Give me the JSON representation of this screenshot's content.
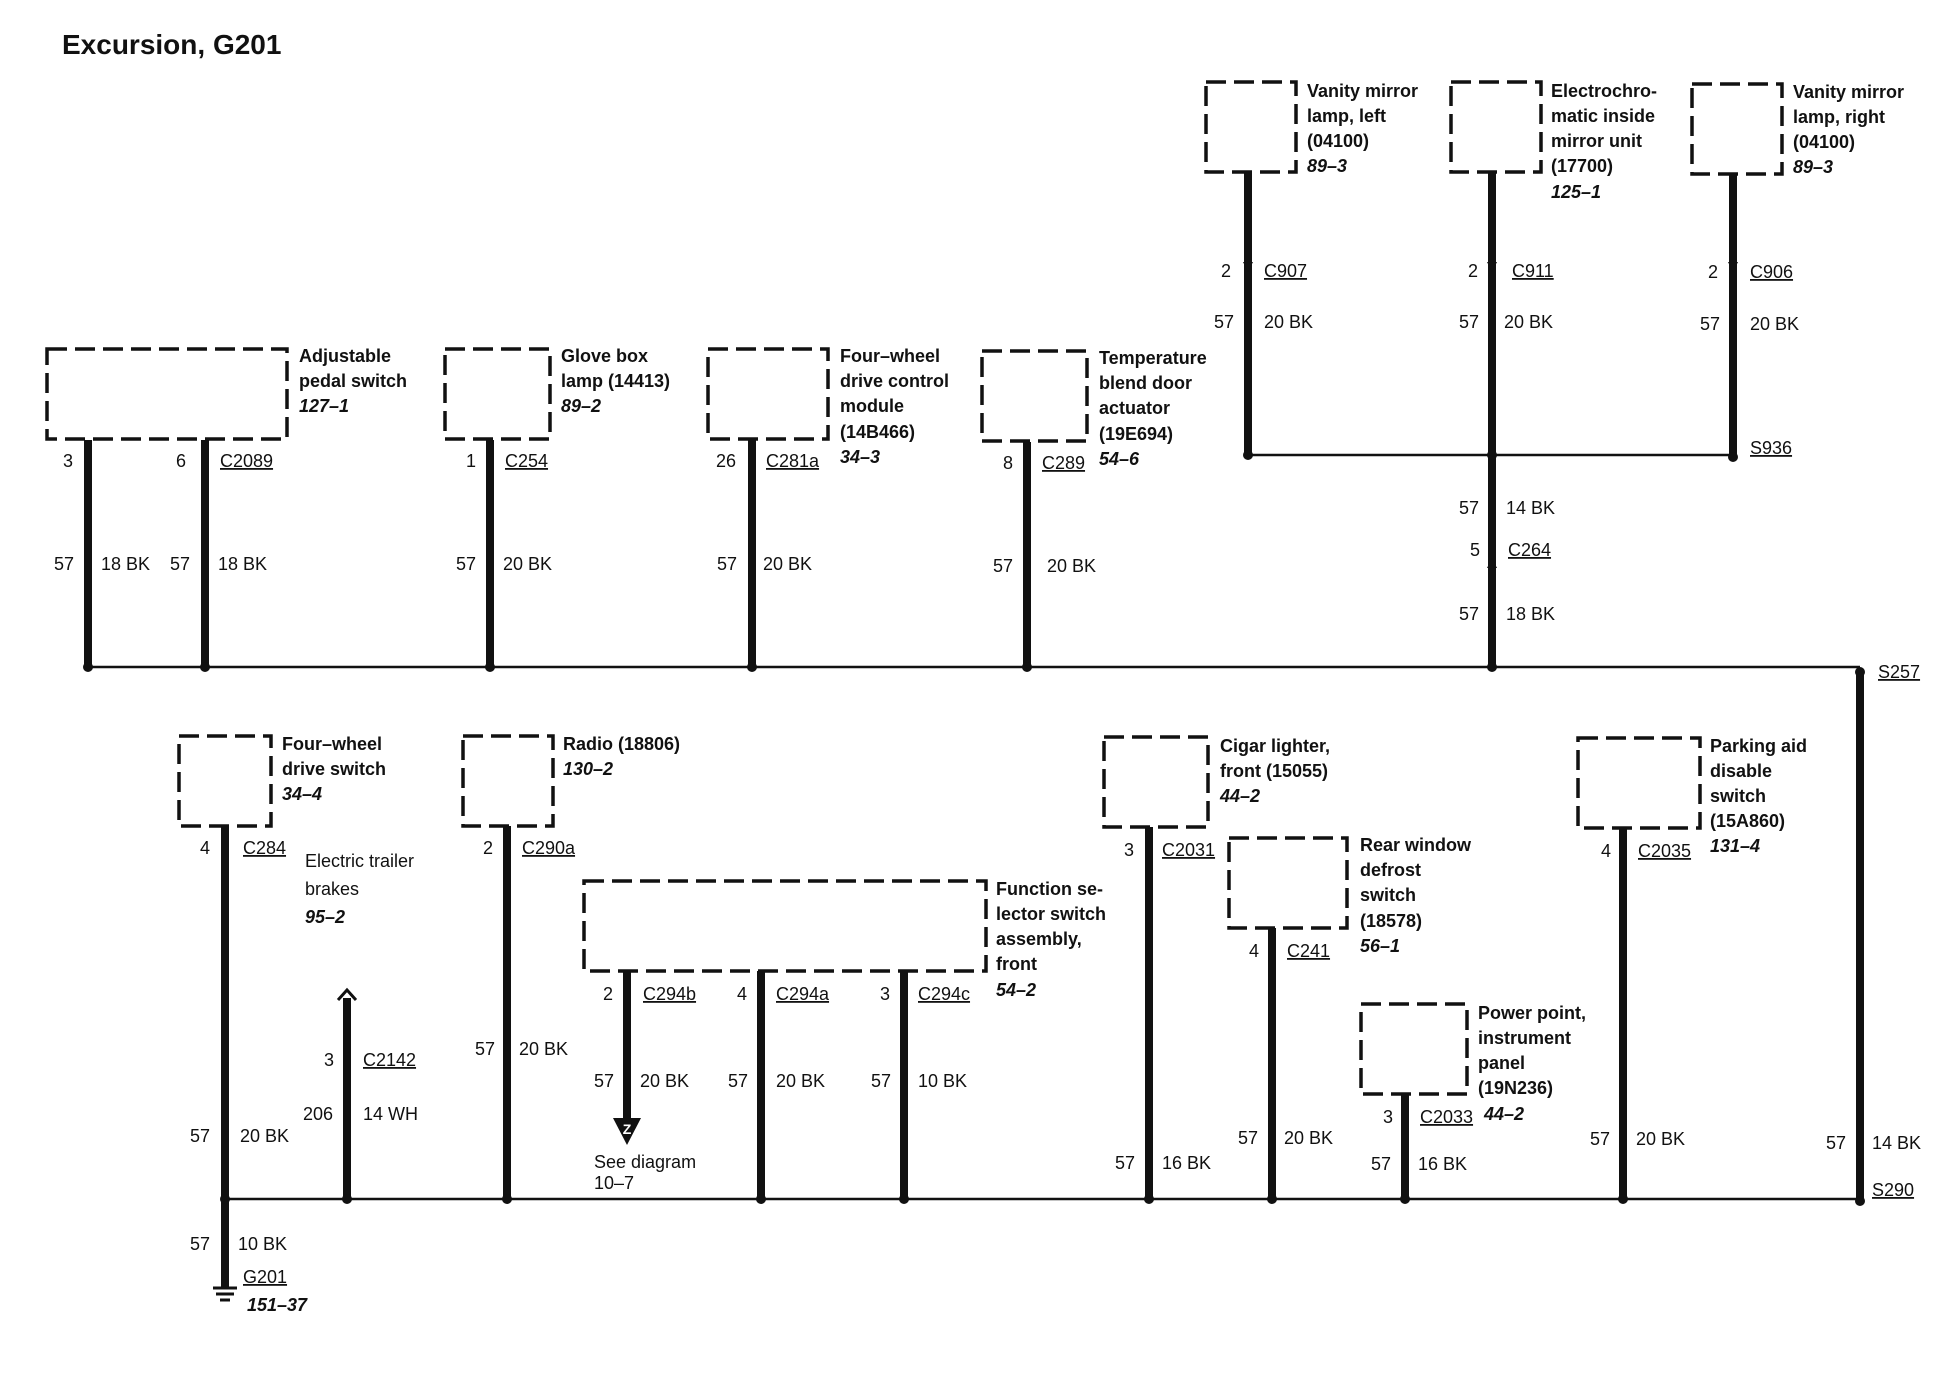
{
  "title": "Excursion, G201",
  "components": {
    "vanity_left": {
      "l1": "Vanity mirror",
      "l2": "lamp, left",
      "l3": "(04100)",
      "ref": "89–3"
    },
    "electrochromatic": {
      "l1": "Electrochro-",
      "l2": "matic inside",
      "l3": "mirror unit",
      "l4": "(17700)",
      "ref": "125–1"
    },
    "vanity_right": {
      "l1": "Vanity mirror",
      "l2": "lamp, right",
      "l3": "(04100)",
      "ref": "89–3"
    },
    "pedal_switch": {
      "l1": "Adjustable",
      "l2": "pedal switch",
      "ref": "127–1"
    },
    "glove_box": {
      "l1": "Glove box",
      "l2": "lamp (14413)",
      "ref": "89–2"
    },
    "fwd_module": {
      "l1": "Four–wheel",
      "l2": "drive control",
      "l3": "module",
      "l4": "(14B466)",
      "ref": "34–3"
    },
    "temp_blend": {
      "l1": "Temperature",
      "l2": "blend door",
      "l3": "actuator",
      "l4": "(19E694)",
      "ref": "54–6"
    },
    "fwd_switch": {
      "l1": "Four–wheel",
      "l2": "drive switch",
      "ref": "34–4"
    },
    "trailer_brakes": {
      "l1": "Electric trailer",
      "l2": "brakes",
      "ref": "95–2"
    },
    "radio": {
      "l1": "Radio (18806)",
      "ref": "130–2"
    },
    "function_selector": {
      "l1": "Function se-",
      "l2": "lector switch",
      "l3": "assembly,",
      "l4": "front",
      "ref": "54–2"
    },
    "cigar_lighter": {
      "l1": "Cigar lighter,",
      "l2": "front (15055)",
      "ref": "44–2"
    },
    "rear_defrost": {
      "l1": "Rear window",
      "l2": "defrost",
      "l3": "switch",
      "l4": "(18578)",
      "ref": "56–1"
    },
    "power_point": {
      "l1": "Power point,",
      "l2": "instrument",
      "l3": "panel",
      "l4": "(19N236)",
      "ref": "44–2"
    },
    "parking_aid": {
      "l1": "Parking aid",
      "l2": "disable",
      "l3": "switch",
      "l4": "(15A860)",
      "ref": "131–4"
    }
  },
  "connectors": {
    "c907": {
      "pin": "2",
      "name": "C907",
      "circuit": "57",
      "wire": "20 BK"
    },
    "c911": {
      "pin": "2",
      "name": "C911",
      "circuit": "57",
      "wire": "20 BK"
    },
    "c906": {
      "pin": "2",
      "name": "C906",
      "circuit": "57",
      "wire": "20 BK"
    },
    "c2089_a": {
      "pin": "3",
      "circuit": "57",
      "wire": "18 BK"
    },
    "c2089_b": {
      "pin": "6",
      "name": "C2089",
      "circuit": "57",
      "wire": "18 BK"
    },
    "c254": {
      "pin": "1",
      "name": "C254",
      "circuit": "57",
      "wire": "20 BK"
    },
    "c281a": {
      "pin": "26",
      "name": "C281a",
      "circuit": "57",
      "wire": "20 BK"
    },
    "c289": {
      "pin": "8",
      "name": "C289",
      "circuit": "57",
      "wire": "20 BK"
    },
    "c264": {
      "upper_circuit": "57",
      "upper_wire": "14 BK",
      "pin": "5",
      "name": "C264",
      "circuit": "57",
      "wire": "18 BK"
    },
    "c284": {
      "pin": "4",
      "name": "C284",
      "circuit": "57",
      "wire": "20 BK"
    },
    "c2142": {
      "pin": "3",
      "name": "C2142",
      "circuit": "206",
      "wire": "14 WH"
    },
    "c290a": {
      "pin": "2",
      "name": "C290a",
      "circuit": "57",
      "wire": "20 BK"
    },
    "c294b": {
      "pin": "2",
      "name": "C294b",
      "circuit": "57",
      "wire": "20 BK"
    },
    "c294a": {
      "pin": "4",
      "name": "C294a",
      "circuit": "57",
      "wire": "20 BK"
    },
    "c294c": {
      "pin": "3",
      "name": "C294c",
      "circuit": "57",
      "wire": "10 BK"
    },
    "c2031": {
      "pin": "3",
      "name": "C2031",
      "circuit": "57",
      "wire": "16 BK"
    },
    "c241": {
      "pin": "4",
      "name": "C241",
      "circuit": "57",
      "wire": "20 BK"
    },
    "c2033": {
      "pin": "3",
      "name": "C2033",
      "ref": "44–2",
      "circuit": "57",
      "wire": "16 BK"
    },
    "c2035": {
      "pin": "4",
      "name": "C2035",
      "circuit": "57",
      "wire": "20 BK"
    },
    "s257_s290": {
      "circuit": "57",
      "wire": "14 BK"
    }
  },
  "splices": {
    "s936": "S936",
    "s257": "S257",
    "s290": "S290"
  },
  "ground": {
    "circuit": "57",
    "wire": "10 BK",
    "name": "G201",
    "ref": "151–37"
  },
  "offpage": {
    "letter": "Z",
    "l1": "See diagram",
    "l2": "10–7"
  }
}
